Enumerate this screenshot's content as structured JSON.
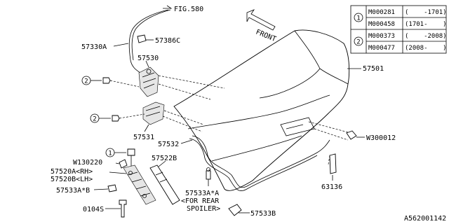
{
  "labels": {
    "fig": "FIG.580",
    "front": "FRONT",
    "p57330a": "57330A",
    "p57386c": "57386C",
    "p57530": "57530",
    "p57501": "57501",
    "p57531": "57531",
    "p57532": "57532",
    "pw300012": "W300012",
    "pw130220": "W130220",
    "p57522b": "57522B",
    "p57520a": "57520A<RH>",
    "p57520b": "57520B<LH>",
    "p57533ab": "57533A*B",
    "p57533aa": "57533A*A",
    "note1": "<FOR REAR",
    "note2": "SPOILER>",
    "p0104s": "0104S",
    "p57533b": "57533B",
    "p63136": "63136",
    "code": "A562001142"
  },
  "callouts": {
    "c1": "1",
    "c2": "2"
  },
  "table": {
    "g1": {
      "num": "1",
      "rows": [
        {
          "part": "M000281",
          "range": "(    -1701)"
        },
        {
          "part": "M000458",
          "range": "(1701-    )"
        }
      ]
    },
    "g2": {
      "num": "2",
      "rows": [
        {
          "part": "M000373",
          "range": "(    -2008)"
        },
        {
          "part": "M000477",
          "range": "(2008-    )"
        }
      ]
    }
  }
}
